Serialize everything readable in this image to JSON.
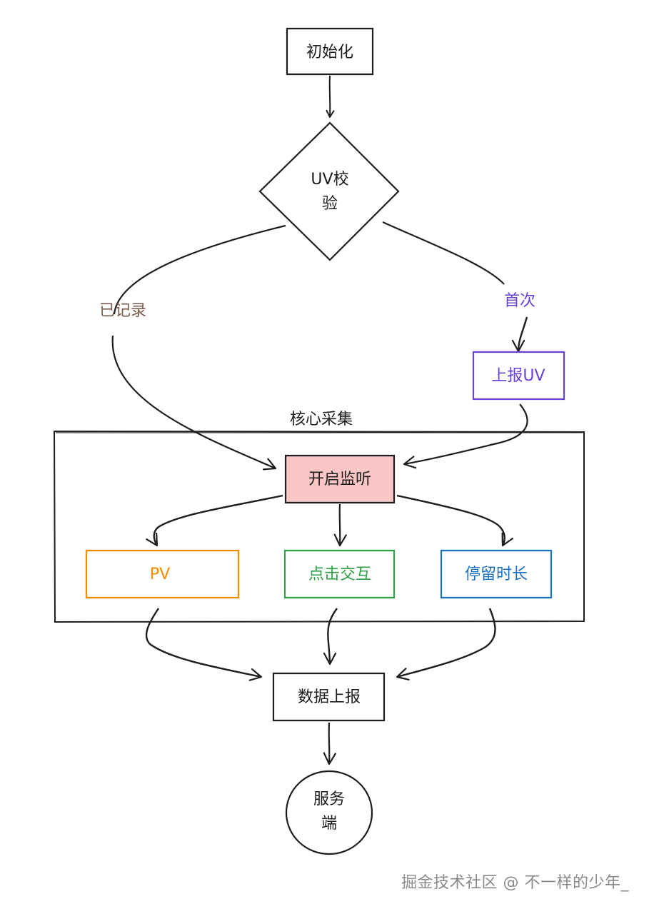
{
  "nodes": {
    "init": "初始化",
    "uv_check_line1": "UV校",
    "uv_check_line2": "验",
    "report_uv": "上报UV",
    "start_listen": "开启监听",
    "pv": "PV",
    "click": "点击交互",
    "stay": "停留时长",
    "data_report": "数据上报",
    "server_line1": "服务",
    "server_line2": "端"
  },
  "edges": {
    "recorded": "已记录",
    "first_time": "首次"
  },
  "group": {
    "core_collect": "核心采集"
  },
  "colors": {
    "ink": "#1e1e1e",
    "recorded_label": "#7b5a4e",
    "purple": "#6a41d6",
    "pink_fill": "#f9c5c5",
    "orange": "#f08c00",
    "green": "#2f9e44",
    "blue": "#1971c2"
  },
  "watermark": "掘金技术社区 @ 不一样的少年_"
}
